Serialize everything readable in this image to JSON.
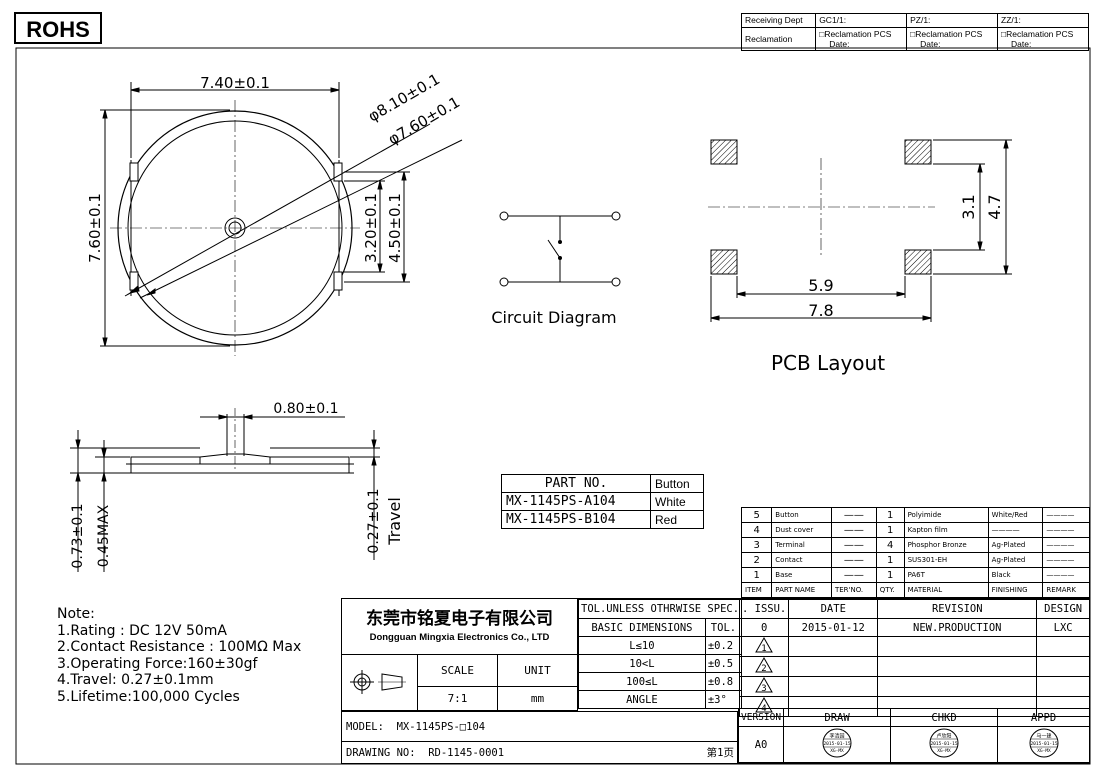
{
  "rohs_label": "ROHS",
  "reception": {
    "receiving_dept": "Receiving Dept",
    "reclamation": "Reclamation",
    "cols": [
      {
        "code": "GC1/1:",
        "text": "□Reclamation  PCS",
        "date": "Date:"
      },
      {
        "code": "PZ/1:",
        "text": "□Reclamation  PCS",
        "date": "Date:"
      },
      {
        "code": "ZZ/1:",
        "text": "□Reclamation  PCS",
        "date": "Date:"
      }
    ]
  },
  "top_view": {
    "dim_width": "7.40±0.1",
    "dim_outer_dia": "φ8.10±0.1",
    "dim_inner_dia": "φ7.60±0.1",
    "dim_height": "7.60±0.1",
    "dim_tab_inner": "3.20±0.1",
    "dim_tab_outer": "4.50±0.1"
  },
  "circuit_label": "Circuit Diagram",
  "pcb": {
    "dim_inner_w": "5.9",
    "dim_outer_w": "7.8",
    "dim_inner_h": "3.1",
    "dim_outer_h": "4.7",
    "label": "PCB Layout"
  },
  "side_view": {
    "dim_actuator": "0.80±0.1",
    "dim_total": "0.73±0.1",
    "dim_max": "0.45MAX",
    "dim_travel": "0.27±0.1",
    "travel_label": "Travel"
  },
  "part_table": {
    "header": "PART NO.",
    "header_col2": "Button",
    "rows": [
      {
        "part": "MX-1145PS-A104",
        "color": "White"
      },
      {
        "part": "MX-1145PS-B104",
        "color": "Red"
      }
    ]
  },
  "bom": {
    "rows": [
      {
        "item": "5",
        "name": "Button",
        "ter": "——",
        "qty": "1",
        "material": "Polyimide",
        "finishing": "White/Red",
        "remark": "————"
      },
      {
        "item": "4",
        "name": "Dust cover",
        "ter": "——",
        "qty": "1",
        "material": "Kapton film",
        "finishing": "————",
        "remark": "————"
      },
      {
        "item": "3",
        "name": "Terminal",
        "ter": "——",
        "qty": "4",
        "material": "Phosphor Bronze",
        "finishing": "Ag-Plated",
        "remark": "————"
      },
      {
        "item": "2",
        "name": "Contact",
        "ter": "——",
        "qty": "1",
        "material": "SUS301-EH",
        "finishing": "Ag-Plated",
        "remark": "————"
      },
      {
        "item": "1",
        "name": "Base",
        "ter": "——",
        "qty": "1",
        "material": "PA6T",
        "finishing": "Black",
        "remark": "————"
      }
    ],
    "header": {
      "item": "ITEM",
      "name": "PART NAME",
      "ter": "TER'NO.",
      "qty": "QTY.",
      "material": "MATERIAL",
      "finishing": "FINISHING",
      "remark": "REMARK"
    }
  },
  "notes": {
    "title": "Note:",
    "lines": [
      "1.Rating : DC 12V 50mA",
      "2.Contact Resistance : 100MΩ Max",
      "3.Operating Force:160±30gf",
      "4.Travel: 0.27±0.1mm",
      "5.Lifetime:100,000 Cycles"
    ]
  },
  "title_block": {
    "company_cn": "东莞市铭夏电子有限公司",
    "company_en": "Dongguan Mingxia Electronics Co., LTD",
    "scale_label": "SCALE",
    "unit_label": "UNIT",
    "scale_value": "7:1",
    "unit_value": "mm",
    "tol_title": "TOL.UNLESS OTHRWISE SPEC.",
    "basic_dims": "BASIC DIMENSIONS",
    "tol_col": "TOL.",
    "tol_rows": [
      {
        "range": "L≤10",
        "tol": "±0.2"
      },
      {
        "range": "10<L",
        "tol": "±0.5"
      },
      {
        "range": "100≤L",
        "tol": "±0.8"
      },
      {
        "range": "ANGLE",
        "tol": "±3°"
      }
    ],
    "issu": ". ISSU.",
    "date_h": "DATE",
    "revision_h": "REVISION",
    "design_h": "DESIGN",
    "rev_row": {
      "issu": "0",
      "date": "2015-01-12",
      "revision": "NEW.PRODUCTION",
      "design": "LXC"
    },
    "triangles": [
      "1",
      "2",
      "3",
      "4"
    ],
    "version_label": "VERSION",
    "version_value": "A0",
    "draw": "DRAW",
    "chkd": "CHKD",
    "appd": "APPD",
    "stamps": [
      {
        "name": "李清园",
        "date": "2015-01-15",
        "org": "XG-MX"
      },
      {
        "name": "卢欣阳",
        "date": "2015-01-15",
        "org": "XG-MX"
      },
      {
        "name": "马一建",
        "date": "2015-01-15",
        "org": "XG-MX"
      }
    ],
    "model_label": "MODEL:",
    "model_value": "MX-1145PS-□104",
    "drawing_no_label": "DRAWING NO:",
    "drawing_no_value": "RD-1145-0001",
    "page": "第1页"
  }
}
